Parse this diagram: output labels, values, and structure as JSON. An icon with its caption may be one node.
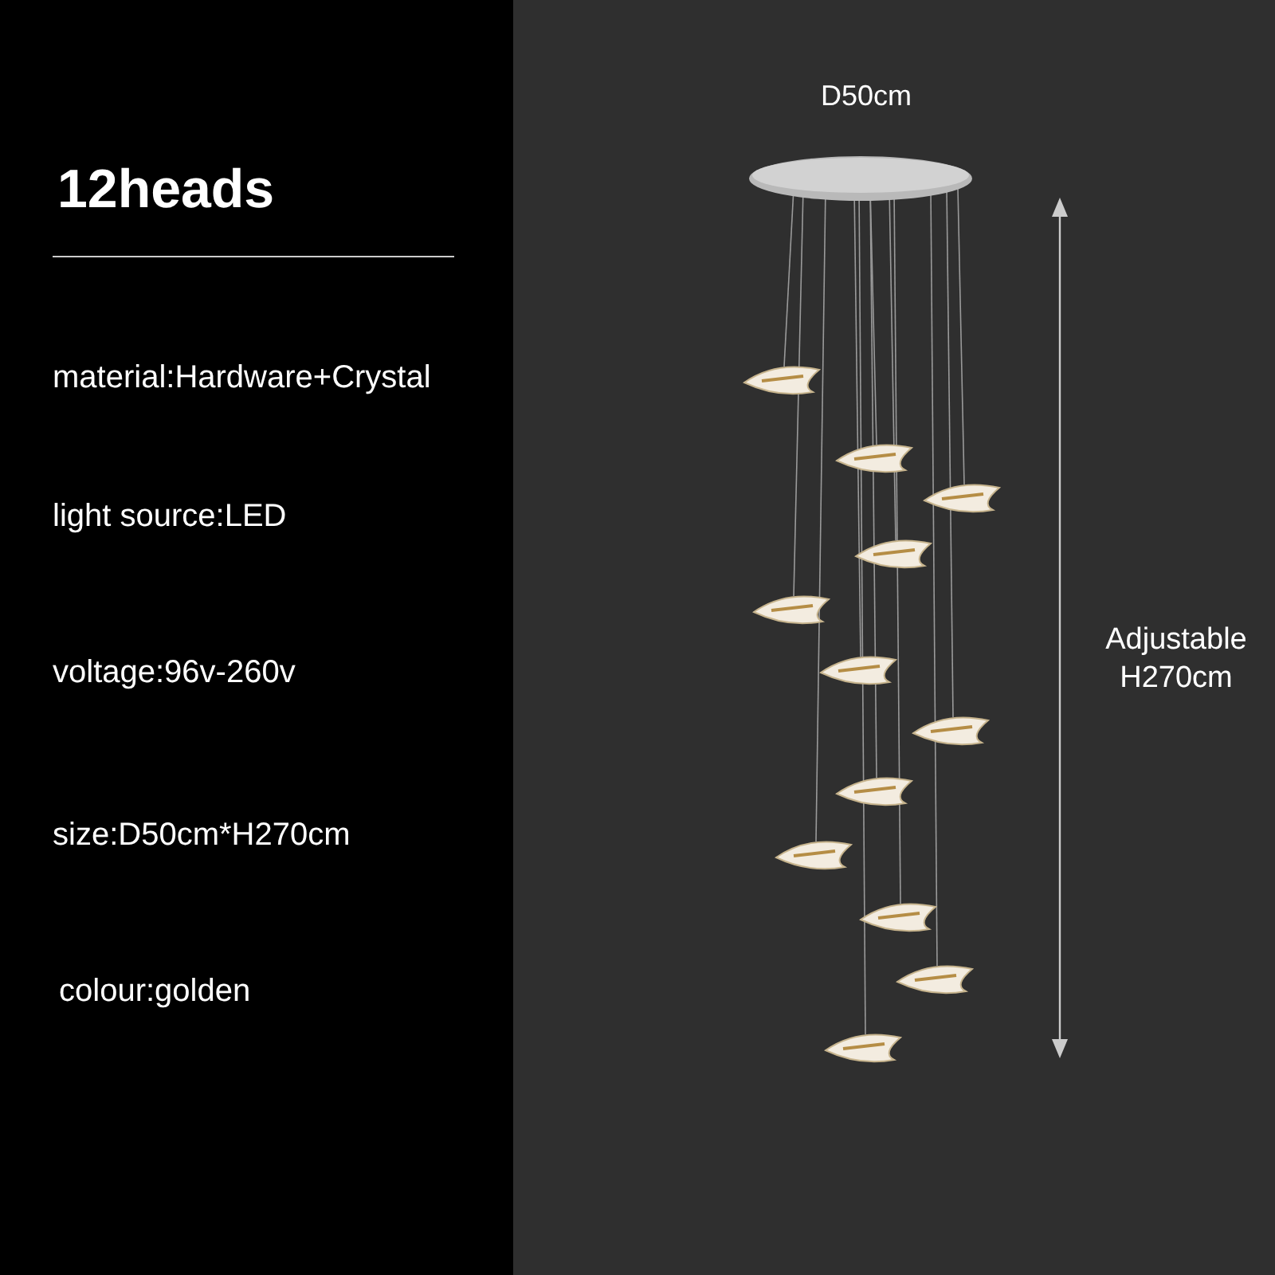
{
  "diagram": {
    "title": "12heads",
    "labels": [
      "material:Hardware+Crystal",
      "light source:LED",
      "voltage:96v-260v",
      "size:D50cm*H270cm",
      "colour:golden",
      "D50cm",
      "Adjustable H270cm"
    ]
  }
}
